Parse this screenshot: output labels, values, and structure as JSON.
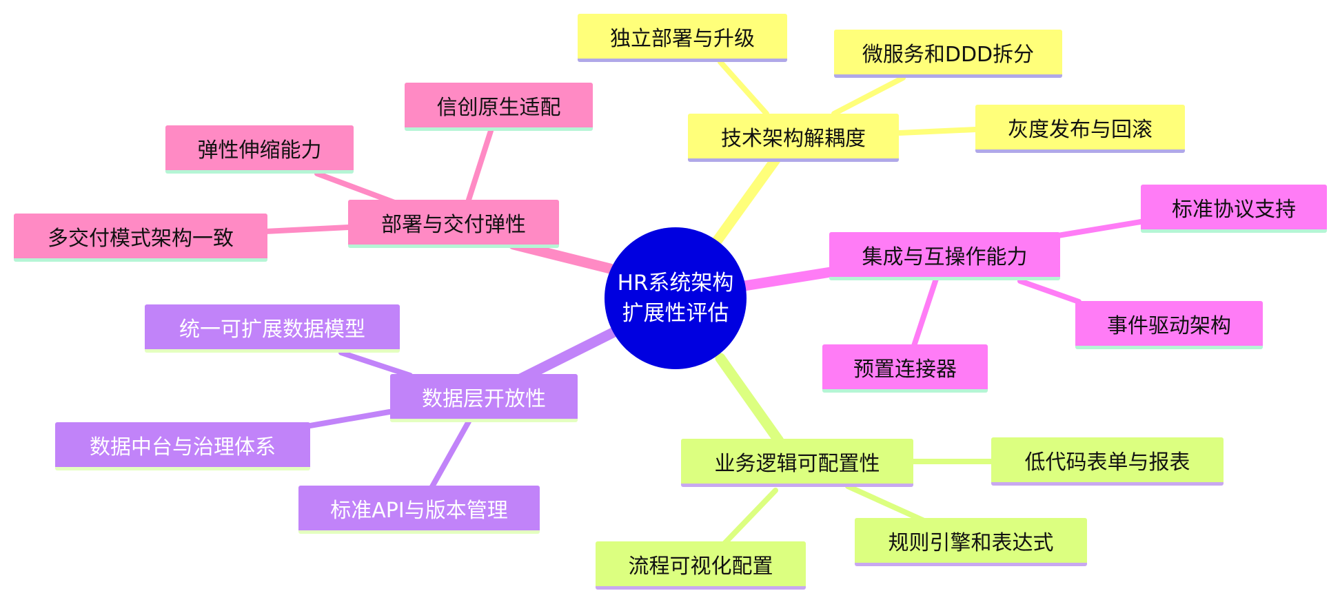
{
  "colors": {
    "center": "#0000e0",
    "yellow": "#ffff7a",
    "pink": "#ff8ac4",
    "magenta": "#ff7cf6",
    "violet": "#c183f9",
    "lime": "#dcff80"
  },
  "center": {
    "line1": "HR系统架构",
    "line2": "扩展性评估"
  },
  "branches": [
    {
      "id": "tech",
      "label": "技术架构解耦度",
      "color": "yellow",
      "children": [
        "独立部署与升级",
        "微服务和DDD拆分",
        "灰度发布与回滚"
      ]
    },
    {
      "id": "deploy",
      "label": "部署与交付弹性",
      "color": "pink",
      "children": [
        "信创原生适配",
        "弹性伸缩能力",
        "多交付模式架构一致"
      ]
    },
    {
      "id": "integration",
      "label": "集成与互操作能力",
      "color": "magenta",
      "children": [
        "标准协议支持",
        "事件驱动架构",
        "预置连接器"
      ]
    },
    {
      "id": "data",
      "label": "数据层开放性",
      "color": "violet",
      "children": [
        "统一可扩展数据模型",
        "数据中台与治理体系",
        "标准API与版本管理"
      ]
    },
    {
      "id": "logic",
      "label": "业务逻辑可配置性",
      "color": "lime",
      "children": [
        "低代码表单与报表",
        "规则引擎和表达式",
        "流程可视化配置"
      ]
    }
  ]
}
